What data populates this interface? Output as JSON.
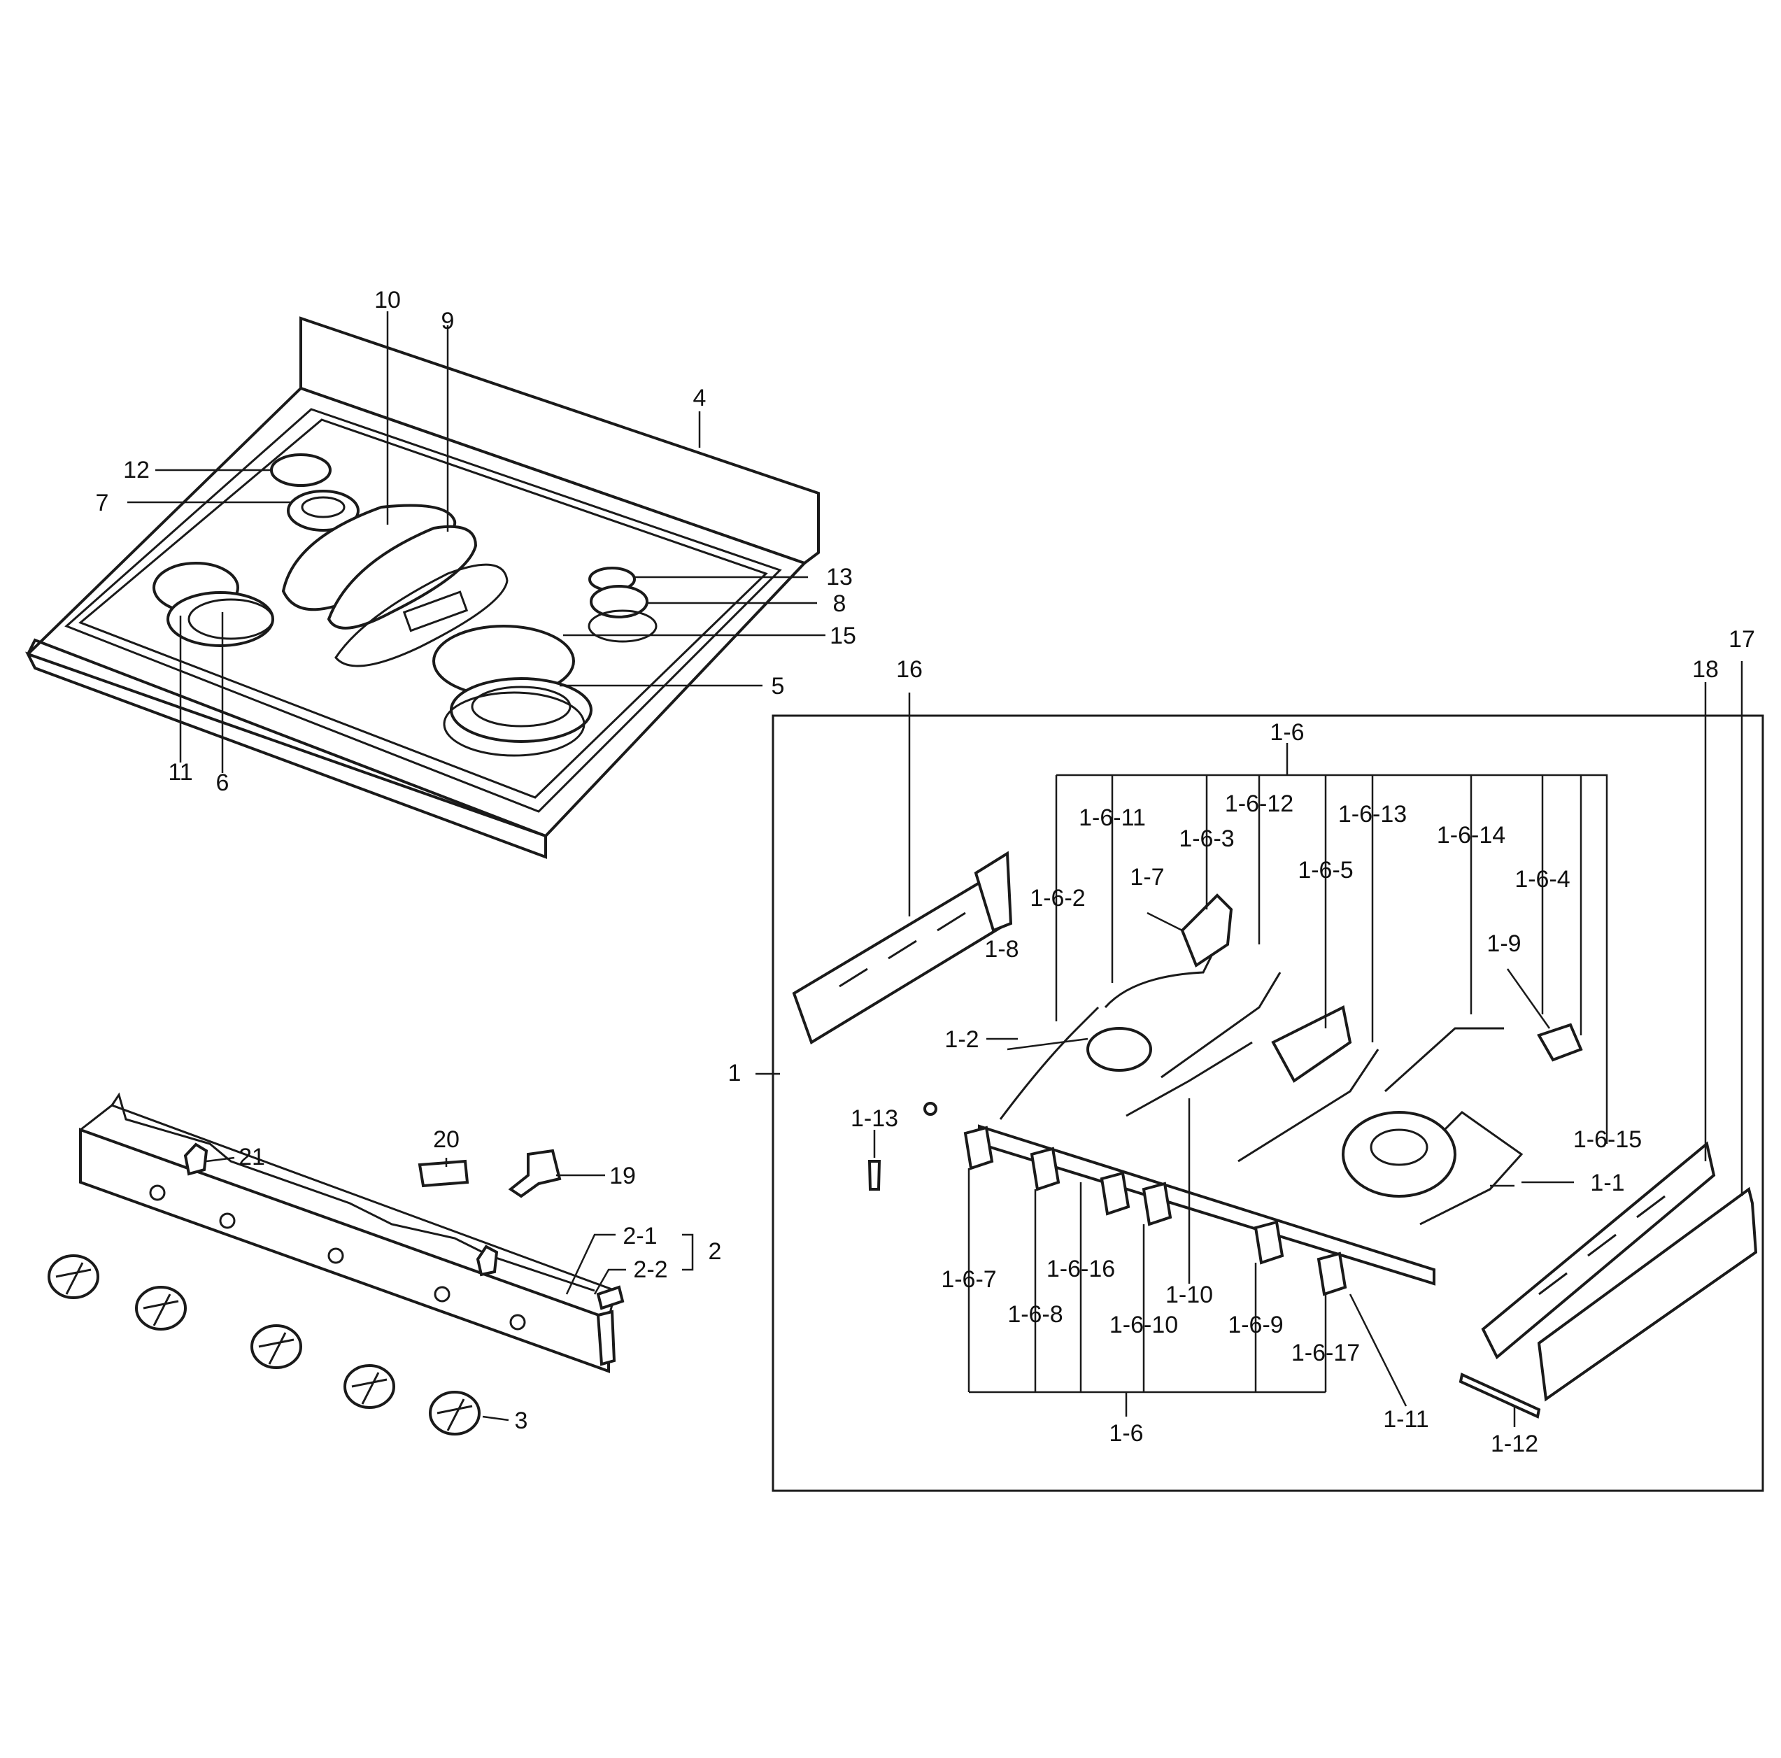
{
  "labels": {
    "l1": "1",
    "l1_1": "1-1",
    "l1_2": "1-2",
    "l1_6_top": "1-6",
    "l1_6_bot": "1-6",
    "l1_6_2": "1-6-2",
    "l1_6_3": "1-6-3",
    "l1_6_4": "1-6-4",
    "l1_6_5": "1-6-5",
    "l1_6_7": "1-6-7",
    "l1_6_8": "1-6-8",
    "l1_6_9": "1-6-9",
    "l1_6_10": "1-6-10",
    "l1_6_11": "1-6-11",
    "l1_6_12": "1-6-12",
    "l1_6_13": "1-6-13",
    "l1_6_14": "1-6-14",
    "l1_6_15": "1-6-15",
    "l1_6_16": "1-6-16",
    "l1_6_17": "1-6-17",
    "l1_7": "1-7",
    "l1_8": "1-8",
    "l1_9": "1-9",
    "l1_10": "1-10",
    "l1_11": "1-11",
    "l1_12": "1-12",
    "l1_13": "1-13",
    "l2": "2",
    "l2_1": "2-1",
    "l2_2": "2-2",
    "l3": "3",
    "l4": "4",
    "l5": "5",
    "l6": "6",
    "l7": "7",
    "l8": "8",
    "l9": "9",
    "l10": "10",
    "l11": "11",
    "l12": "12",
    "l13": "13",
    "l15": "15",
    "l16": "16",
    "l17": "17",
    "l18": "18",
    "l19": "19",
    "l20": "20",
    "l21": "21"
  }
}
